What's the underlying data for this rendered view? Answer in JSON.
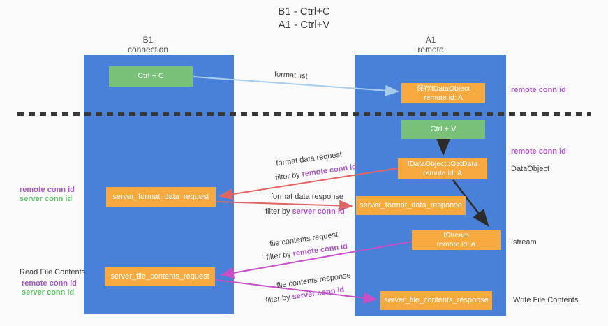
{
  "title": {
    "line1": "B1 - Ctrl+C",
    "line2": "A1 - Ctrl+V"
  },
  "lanes": {
    "left": {
      "header_line1": "B1",
      "header_line2": "connection"
    },
    "right": {
      "header_line1": "A1",
      "header_line2": "remote"
    }
  },
  "boxes": {
    "ctrl_c": {
      "label": "Ctrl + C"
    },
    "save_idataobject": {
      "line1": "保存IDataObject",
      "line2": "remote id: A"
    },
    "ctrl_v": {
      "label": "Ctrl + V"
    },
    "getdata": {
      "line1": "IDataObject::GetData",
      "line2": "remote id: A"
    },
    "format_request": {
      "label": "server_format_data_request"
    },
    "format_response": {
      "label": "server_format_data_response"
    },
    "istream": {
      "line1": "IStream",
      "line2": "remote id: A"
    },
    "file_request": {
      "label": "server_file_contents_request"
    },
    "file_response": {
      "label": "server_file_contents_response"
    }
  },
  "annotations": {
    "format_list": "format list",
    "format_data_request": "format data request",
    "format_data_response": "format data response",
    "file_contents_request": "file contents request",
    "file_contents_response": "file contents response",
    "filter_by": "filter by ",
    "remote_conn_id": "remote conn id",
    "server_conn_id": "server conn id"
  },
  "side_labels": {
    "right_remote_conn_id_top": "remote conn id",
    "right_remote_conn_id_mid": "remote conn id",
    "dataobject": "DataObject",
    "istream": "Istream",
    "write_file_contents": "Write File Contents",
    "left_remote_conn_id_top": "remote conn id",
    "left_server_conn_id_top": "server conn id",
    "read_file_contents": "Read File Contents",
    "left_remote_conn_id_bottom": "remote conn id",
    "left_server_conn_id_bottom": "server conn id"
  },
  "colors": {
    "lane_blue": "#4a81d8",
    "box_orange": "#f6a93e",
    "box_green": "#79c179",
    "purple_text": "#a956c9",
    "green_text": "#62bd69",
    "arrow_red": "#e06666",
    "arrow_magenta": "#c750c7",
    "arrow_blue": "#a8cdec",
    "arrow_black": "#2b2b2b"
  }
}
